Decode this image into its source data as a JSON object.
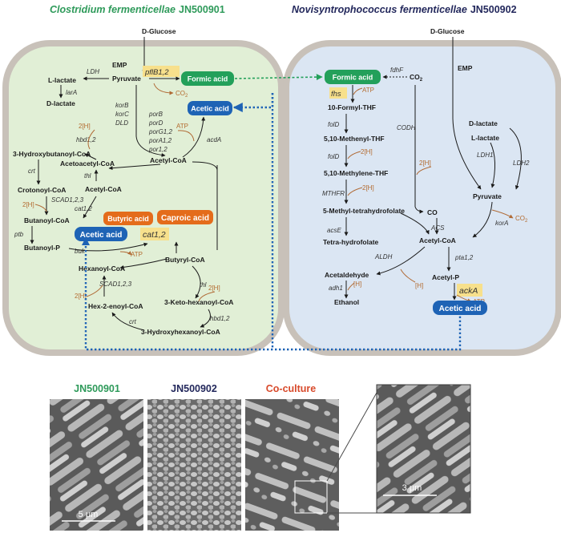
{
  "titles": {
    "left_italic": "Clostridium fermenticellae",
    "left_strain": "JN500901",
    "right_italic": "Novisyntrophococcus fermenticellae",
    "right_strain": "JN500902"
  },
  "colors": {
    "left_green": "#2e9a5a",
    "right_navy": "#23285c",
    "left_cell": "#e1efd6",
    "right_cell": "#dbe6f3",
    "cell_border": "#c8c1b9",
    "formic_green": "#23a05a",
    "acetic_blue": "#1e63b5",
    "butyric_orange": "#e46c1b",
    "highlight": "#f7e08c",
    "cofactor": "#b06a35",
    "coculture_red": "#d84a2b"
  },
  "left": {
    "d_glucose": "D-Glucose",
    "emp": "EMP",
    "pyruvate": "Pyruvate",
    "l_lactate": "L-lactate",
    "ldh": "LDH",
    "lara": "larA",
    "d_lactate": "D-lactate",
    "pflb": "pflB1,2",
    "formic": "Formic acid",
    "co2": "CO",
    "co2_sub": "2",
    "korb": "korB",
    "korc": "korC",
    "dld": "DLD",
    "porb": "porB",
    "pord": "porD",
    "porg": "porG1,2",
    "pora": "porA1,2",
    "por1": "por1,2",
    "acetic_top": "Acetic acid",
    "atp1": "ATP",
    "acda": "acdA",
    "h2_1": "2[H]",
    "hbd": "hbd1,2",
    "hydroxybut": "3-Hydroxybutanoyl-CoA",
    "acetoacetyl": "Acetoacetyl-CoA",
    "crt1": "crt",
    "thl1": "thl",
    "acetylcoa": "Acetyl-CoA",
    "crotonoyl": "Crotonoyl-CoA",
    "acetylcoa2": "Acetyl-CoA",
    "scad": "SCAD1,2,3",
    "h2_2": "2[H]",
    "cat12a": "cat1,2",
    "butanoyl": "Butanoyl-CoA",
    "butyric": "Butyric acid",
    "caproic": "Caproic acid",
    "ptb": "ptb",
    "acetic_mid": "Acetic acid",
    "cat12b": "cat1,2",
    "butanoylp": "Butanoyl-P",
    "buk": "buk",
    "atp2": "ATP",
    "butyryl": "Butyryl-CoA",
    "hexanoyl": "Hexanoyl-CoA",
    "scad2": "SCAD1,2,3",
    "h2_3": "2[H]",
    "h2_4": "2[H]",
    "thl2": "thl",
    "hexenoyl": "Hex-2-enoyl-CoA",
    "ketohex": "3-Keto-hexanoyl-CoA",
    "hbd2": "hbd1,2",
    "crt2": "crt",
    "hydroxyhex": "3-Hydroxyhexanoyl-CoA"
  },
  "right": {
    "d_glucose": "D-Glucose",
    "emp": "EMP",
    "fdhf": "fdhF",
    "formic": "Formic acid",
    "co2": "CO",
    "co2_sub": "2",
    "atp1": "ATP",
    "fhs": "fhs",
    "formylthf": "10-Formyl-THF",
    "fold1": "folD",
    "methenyl": "5,10-Methenyl-THF",
    "fold2": "folD",
    "h2_1": "2[H]",
    "methylene": "5,10-Methylene-THF",
    "mthfr": "MTHFR",
    "h2_2": "2[H]",
    "methyl": "5-Methyl-tetrahydrofolate",
    "acse": "acsE",
    "tetra": "Tetra-hydrofolate",
    "codh": "CODH",
    "h2_3": "2[H]",
    "co": "CO",
    "acs": "ACS",
    "acetylcoa": "Acetyl-CoA",
    "aldh": "ALDH",
    "acetaldehyde": "Acetaldehyde",
    "adh": "adh1",
    "h_1": "[H]",
    "h_2": "[H]",
    "ethanol": "Ethanol",
    "pta": "pta1,2",
    "acetylp": "Acetyl-P",
    "acka": "ackA",
    "atp2": "ATP",
    "acetic": "Acetic acid",
    "d_lactate": "D-lactate",
    "l_lactate": "L-lactate",
    "ldh1": "LDH1",
    "ldh2": "LDH2",
    "pyruvate": "Pyruvate",
    "kora": "korA",
    "co2b": "CO",
    "co2b_sub": "2"
  },
  "micrographs": {
    "label1": "JN500901",
    "label2": "JN500902",
    "label3": "Co-culture",
    "scale1": "5 μm",
    "scale2": "3 μm"
  }
}
